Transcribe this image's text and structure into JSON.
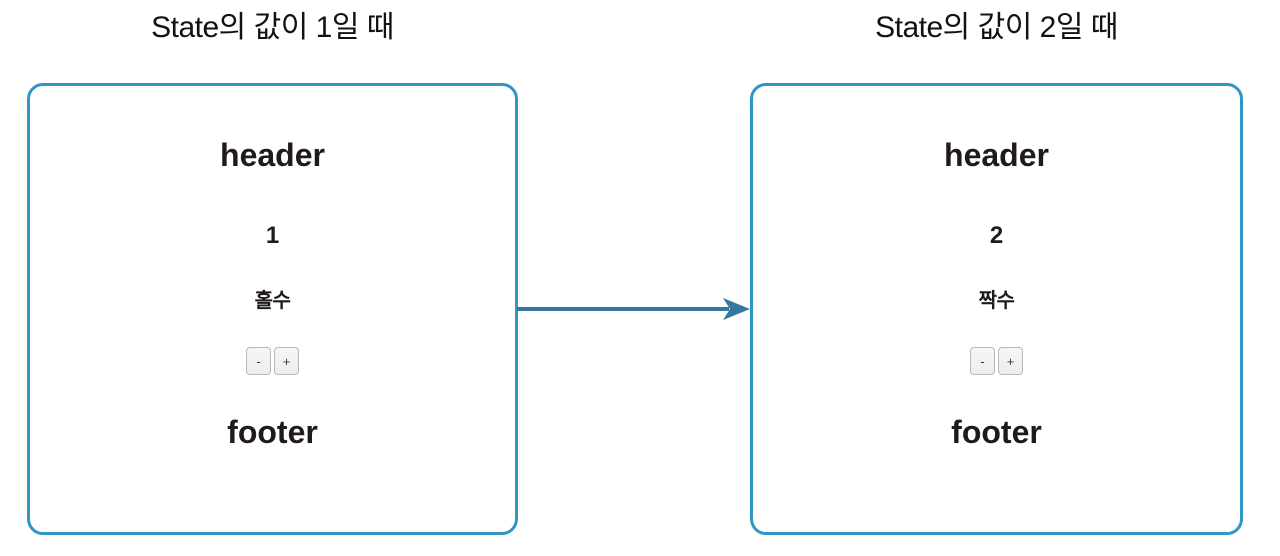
{
  "colors": {
    "box_border": "#2f97c6",
    "arrow": "#36779f",
    "title_text": "#121212",
    "content_text": "#201b1a"
  },
  "icons": {
    "transition": "right-arrow-icon"
  },
  "panels": [
    {
      "title": "State의 값이 1일 때",
      "header": "header",
      "state_value": "1",
      "parity": "홀수",
      "minus": "-",
      "plus": "+",
      "footer": "footer"
    },
    {
      "title": "State의 값이 2일 때",
      "header": "header",
      "state_value": "2",
      "parity": "짝수",
      "minus": "-",
      "plus": "+",
      "footer": "footer"
    }
  ]
}
